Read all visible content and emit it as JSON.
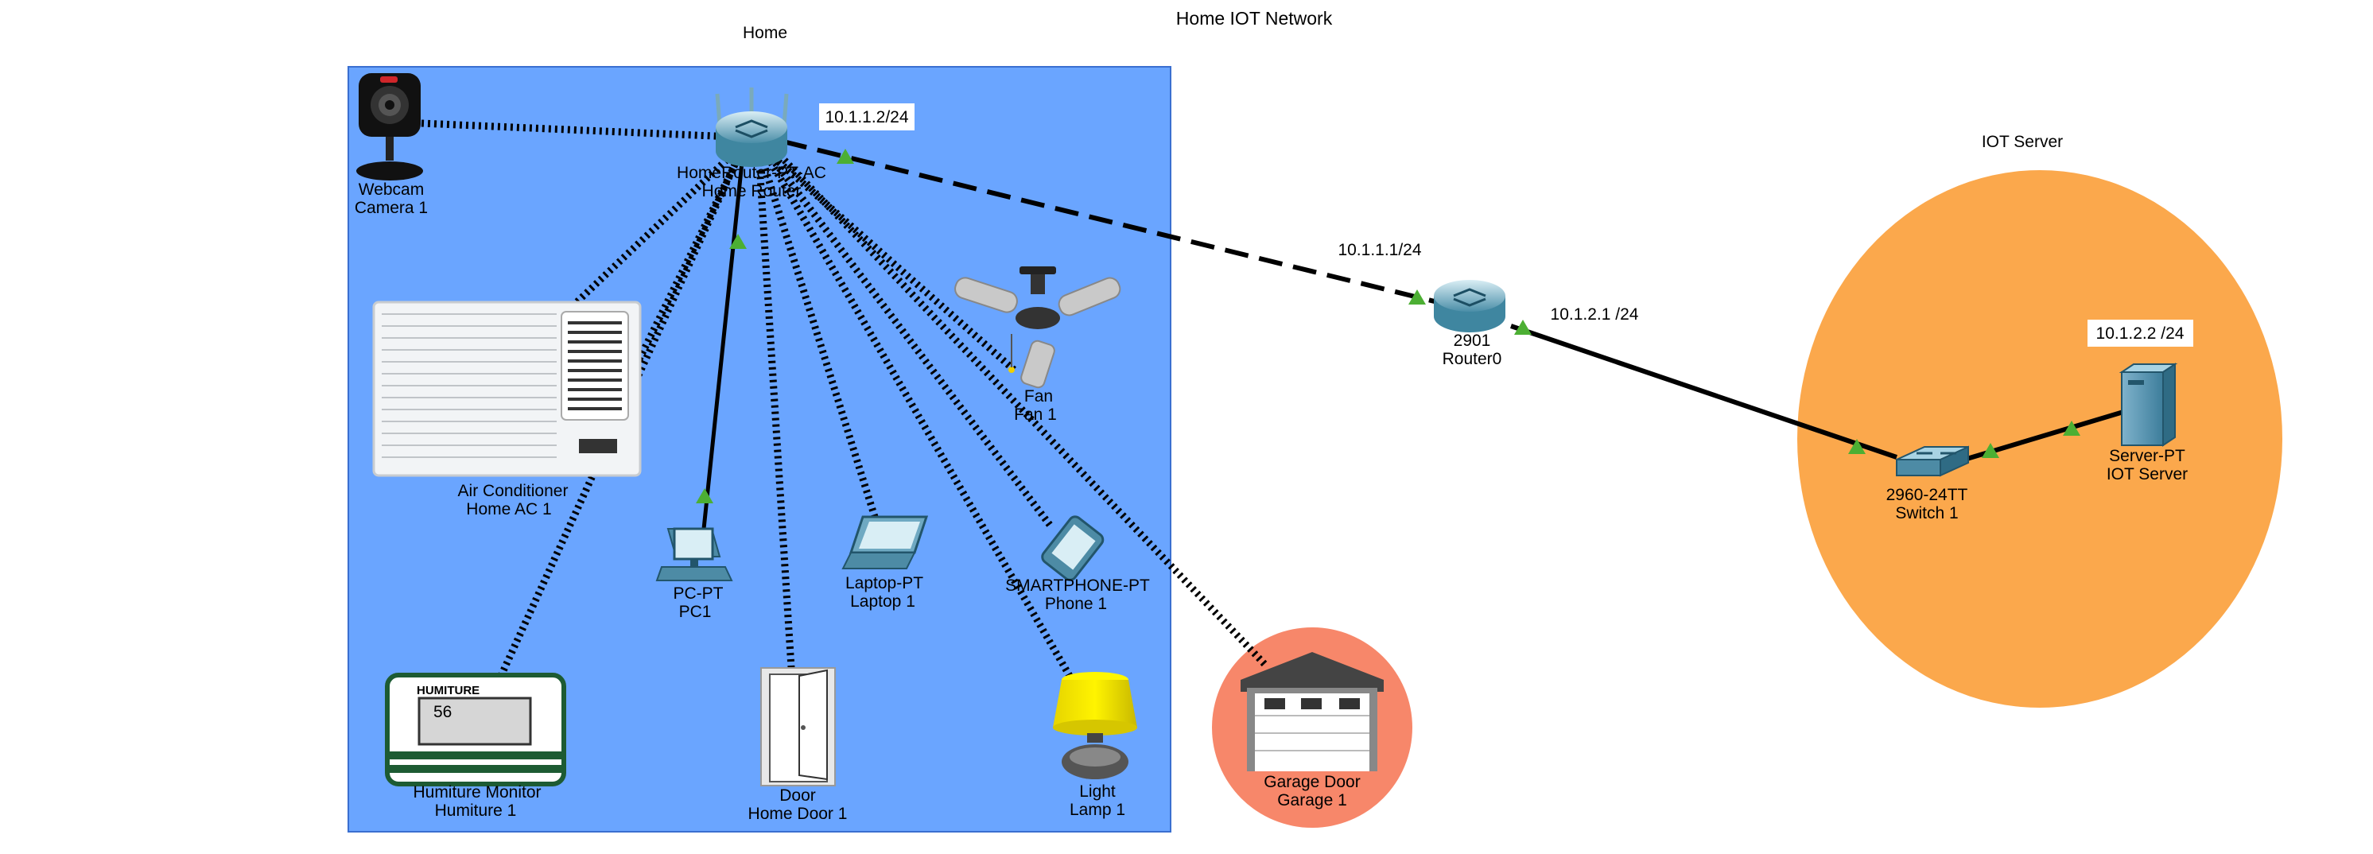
{
  "title": "Home IOT Network",
  "areas": {
    "home": {
      "label": "Home",
      "color": "#6aa5ff"
    },
    "iot_server": {
      "label": "IOT Server",
      "color": "#fba84c"
    },
    "garage": {
      "color": "#f7876a"
    }
  },
  "devices": {
    "webcam": {
      "model": "Webcam",
      "name": "Camera 1",
      "icon": "webcam-icon"
    },
    "home_router": {
      "model": "HomeRouter-PT-AC",
      "name": "Home Router",
      "icon": "wireless-router-icon"
    },
    "air_conditioner": {
      "model": "Air Conditioner",
      "name": "Home AC 1",
      "icon": "air-conditioner-icon"
    },
    "fan": {
      "model": "Fan",
      "name": "Fan 1",
      "icon": "ceiling-fan-icon"
    },
    "pc": {
      "model": "PC-PT",
      "name": "PC1",
      "icon": "desktop-pc-icon"
    },
    "laptop": {
      "model": "Laptop-PT",
      "name": "Laptop 1",
      "icon": "laptop-icon"
    },
    "smartphone": {
      "model": "SMARTPHONE-PT",
      "name": "Phone 1",
      "icon": "smartphone-icon"
    },
    "humiture": {
      "model": "Humiture Monitor",
      "name": "Humiture 1",
      "icon": "humiture-monitor-icon",
      "brand": "HUMITURE",
      "reading": "56"
    },
    "door": {
      "model": "Door",
      "name": "Home Door 1",
      "icon": "door-icon"
    },
    "light": {
      "model": "Light",
      "name": "Lamp 1",
      "icon": "lamp-icon"
    },
    "garage_door": {
      "model": "Garage Door",
      "name": "Garage 1",
      "icon": "garage-door-icon"
    },
    "router0": {
      "model": "2901",
      "name": "Router0",
      "icon": "router-icon"
    },
    "switch": {
      "model": "2960-24TT",
      "name": "Switch 1",
      "icon": "switch-icon"
    },
    "server": {
      "model": "Server-PT",
      "name": "IOT Server",
      "icon": "server-icon"
    }
  },
  "ip_labels": {
    "home_router_wan": "10.1.1.2/24",
    "router0_g0": "10.1.1.1/24",
    "router0_g1": "10.1.2.1 /24",
    "server": "10.1.2.2 /24"
  },
  "link_status_color": "#4caf33"
}
